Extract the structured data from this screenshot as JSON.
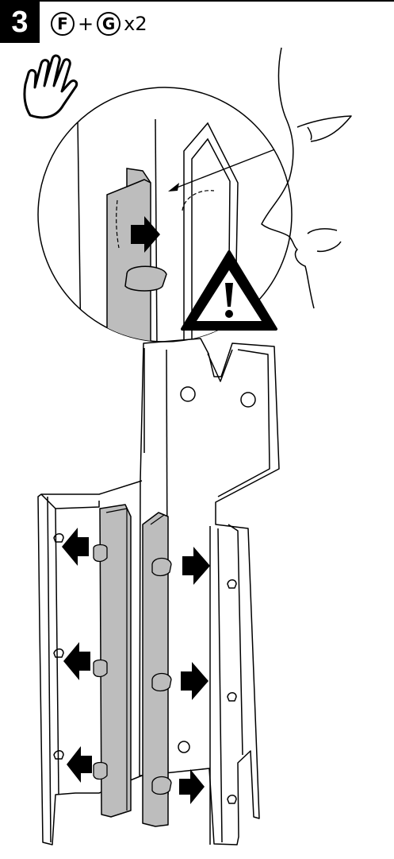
{
  "header": {
    "step_number": "3",
    "part_f": "F",
    "plus": "+",
    "part_g": "G",
    "quantity": "x2"
  },
  "icons": {
    "hand": "hand-icon",
    "warning": "warning-icon",
    "eye": "eye-icon",
    "arrow": "arrow-icon"
  },
  "colors": {
    "ink": "#000000",
    "part_fill": "#bdbdbd",
    "paper": "#ffffff"
  }
}
